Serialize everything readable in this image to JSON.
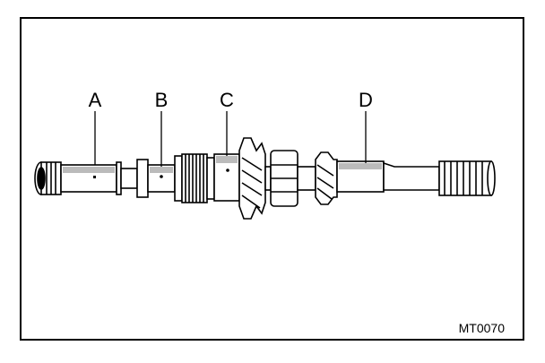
{
  "diagram": {
    "callouts": [
      {
        "id": "a",
        "letter": "A"
      },
      {
        "id": "b",
        "letter": "B"
      },
      {
        "id": "c",
        "letter": "C"
      },
      {
        "id": "d",
        "letter": "D"
      }
    ],
    "figure_code": "MT0070",
    "colors": {
      "ink": "#000000",
      "paper": "#ffffff"
    }
  }
}
